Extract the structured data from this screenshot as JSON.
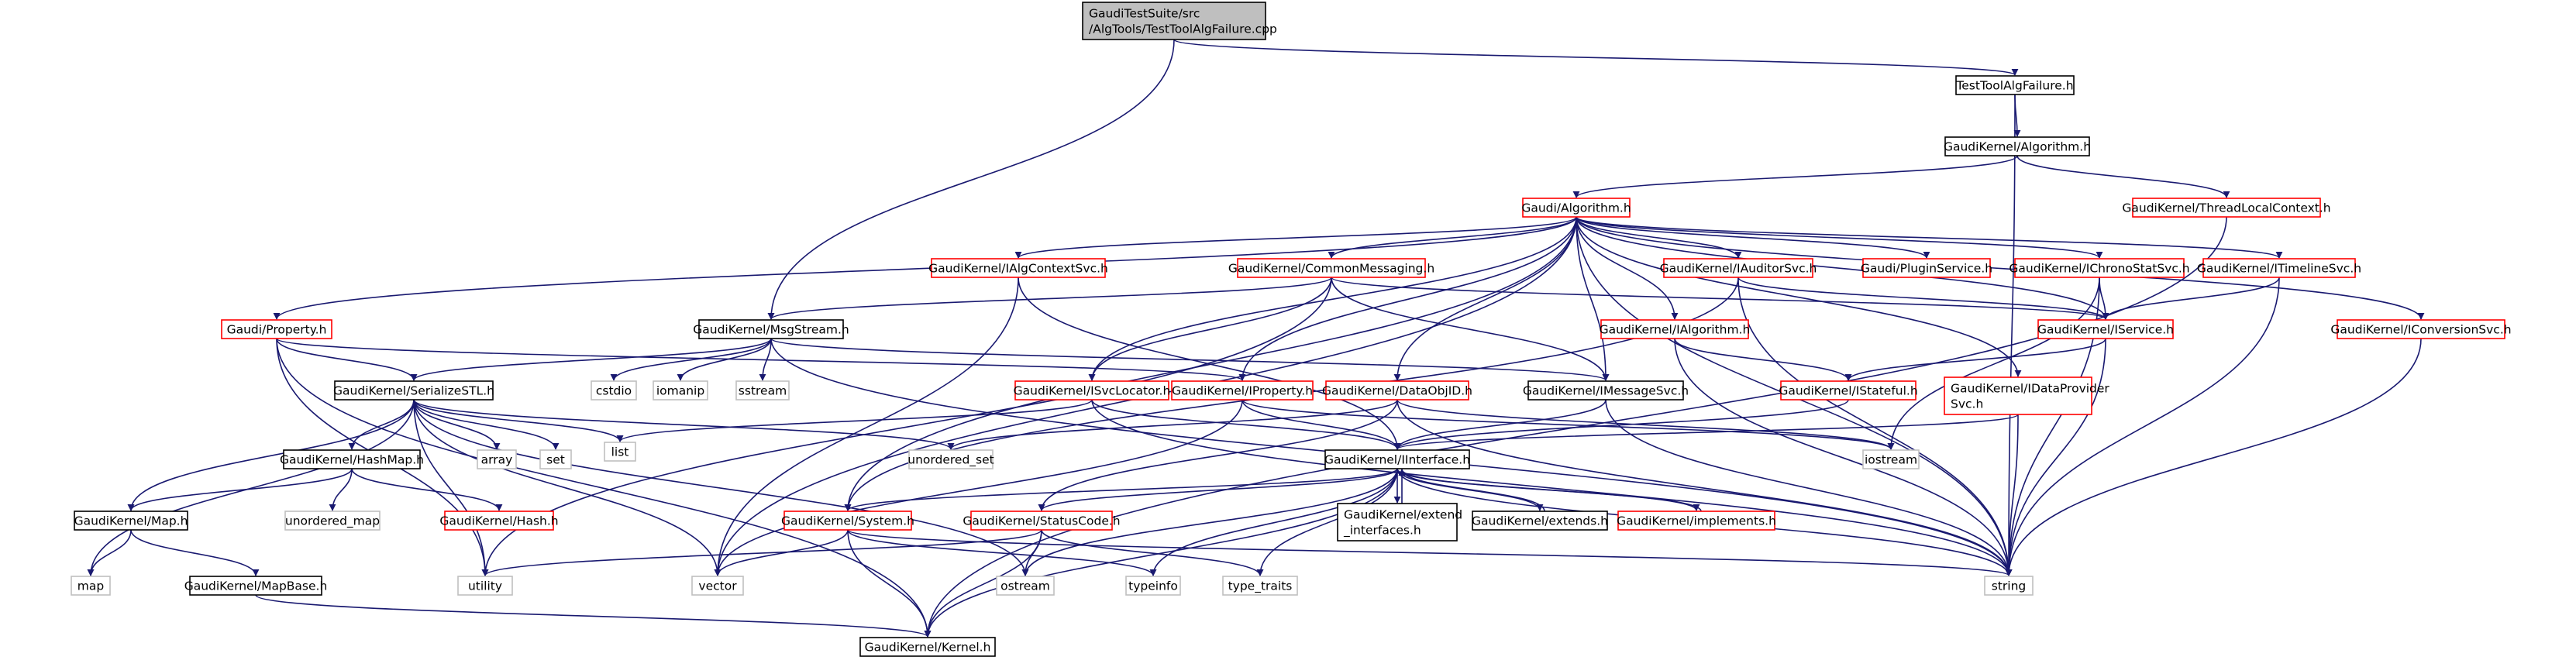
{
  "colors": {
    "root_fill": "#bfbfbf",
    "node_fill": "#ffffff",
    "border_black": "#000000",
    "border_red": "#ff0000",
    "border_gray": "#bfbfbf",
    "text_normal": "#000000",
    "text_red": "#ff0000",
    "edge": "#191970"
  },
  "nodes": [
    {
      "id": "root",
      "lines": [
        "GaudiTestSuite/src",
        "/AlgTools/TestToolAlgFailure.cpp"
      ],
      "style": "root"
    },
    {
      "id": "testtool",
      "lines": [
        "TestToolAlgFailure.h"
      ],
      "style": "black"
    },
    {
      "id": "gk_algorithm",
      "lines": [
        "GaudiKernel/Algorithm.h"
      ],
      "style": "black"
    },
    {
      "id": "gk_threadlocal",
      "lines": [
        "GaudiKernel/ThreadLocalContext.h"
      ],
      "style": "red"
    },
    {
      "id": "gaudi_algorithm",
      "lines": [
        "Gaudi/Algorithm.h"
      ],
      "style": "red"
    },
    {
      "id": "ialgctx",
      "lines": [
        "GaudiKernel/IAlgContextSvc.h"
      ],
      "style": "red"
    },
    {
      "id": "commonmsg",
      "lines": [
        "GaudiKernel/CommonMessaging.h"
      ],
      "style": "red"
    },
    {
      "id": "iauditor",
      "lines": [
        "GaudiKernel/IAuditorSvc.h"
      ],
      "style": "red"
    },
    {
      "id": "pluginsvc",
      "lines": [
        "Gaudi/PluginService.h"
      ],
      "style": "red"
    },
    {
      "id": "ichrono",
      "lines": [
        "GaudiKernel/IChronoStatSvc.h"
      ],
      "style": "red"
    },
    {
      "id": "itimeline",
      "lines": [
        "GaudiKernel/ITimelineSvc.h"
      ],
      "style": "red"
    },
    {
      "id": "iconversion",
      "lines": [
        "GaudiKernel/IConversionSvc.h"
      ],
      "style": "red"
    },
    {
      "id": "gaudi_property",
      "lines": [
        "Gaudi/Property.h"
      ],
      "style": "red"
    },
    {
      "id": "msgstream",
      "lines": [
        "GaudiKernel/MsgStream.h"
      ],
      "style": "black"
    },
    {
      "id": "ialgorithm",
      "lines": [
        "GaudiKernel/IAlgorithm.h"
      ],
      "style": "red"
    },
    {
      "id": "iservice",
      "lines": [
        "GaudiKernel/IService.h"
      ],
      "style": "red"
    },
    {
      "id": "serializestl",
      "lines": [
        "GaudiKernel/SerializeSTL.h"
      ],
      "style": "black"
    },
    {
      "id": "cstdio",
      "lines": [
        "cstdio"
      ],
      "style": "gray"
    },
    {
      "id": "iomanip",
      "lines": [
        "iomanip"
      ],
      "style": "gray"
    },
    {
      "id": "sstream",
      "lines": [
        "sstream"
      ],
      "style": "gray"
    },
    {
      "id": "imessagesvc",
      "lines": [
        "GaudiKernel/IMessageSvc.h"
      ],
      "style": "black"
    },
    {
      "id": "istateful",
      "lines": [
        "GaudiKernel/IStateful.h"
      ],
      "style": "red"
    },
    {
      "id": "idataprovider",
      "lines": [
        "GaudiKernel/IDataProvider",
        "Svc.h"
      ],
      "style": "red"
    },
    {
      "id": "isvclocator",
      "lines": [
        "GaudiKernel/ISvcLocator.h"
      ],
      "style": "red"
    },
    {
      "id": "iproperty",
      "lines": [
        "GaudiKernel/IProperty.h"
      ],
      "style": "red"
    },
    {
      "id": "dataobjid",
      "lines": [
        "GaudiKernel/DataObjID.h"
      ],
      "style": "red"
    },
    {
      "id": "array",
      "lines": [
        "array"
      ],
      "style": "gray"
    },
    {
      "id": "set",
      "lines": [
        "set"
      ],
      "style": "gray"
    },
    {
      "id": "list",
      "lines": [
        "list"
      ],
      "style": "gray"
    },
    {
      "id": "unordered_set",
      "lines": [
        "unordered_set"
      ],
      "style": "gray"
    },
    {
      "id": "hashmap",
      "lines": [
        "GaudiKernel/HashMap.h"
      ],
      "style": "black"
    },
    {
      "id": "iinterface",
      "lines": [
        "GaudiKernel/IInterface.h"
      ],
      "style": "black"
    },
    {
      "id": "iostream",
      "lines": [
        "iostream"
      ],
      "style": "gray"
    },
    {
      "id": "unordered_map",
      "lines": [
        "unordered_map"
      ],
      "style": "gray"
    },
    {
      "id": "hash",
      "lines": [
        "GaudiKernel/Hash.h"
      ],
      "style": "red"
    },
    {
      "id": "map_h",
      "lines": [
        "GaudiKernel/Map.h"
      ],
      "style": "black"
    },
    {
      "id": "system",
      "lines": [
        "GaudiKernel/System.h"
      ],
      "style": "red"
    },
    {
      "id": "statuscode",
      "lines": [
        "GaudiKernel/StatusCode.h"
      ],
      "style": "red"
    },
    {
      "id": "extend_interfaces",
      "lines": [
        "GaudiKernel/extend",
        "_interfaces.h"
      ],
      "style": "black"
    },
    {
      "id": "extends",
      "lines": [
        "GaudiKernel/extends.h"
      ],
      "style": "black"
    },
    {
      "id": "implements",
      "lines": [
        "GaudiKernel/implements.h"
      ],
      "style": "red"
    },
    {
      "id": "map",
      "lines": [
        "map"
      ],
      "style": "gray"
    },
    {
      "id": "mapbase",
      "lines": [
        "GaudiKernel/MapBase.h"
      ],
      "style": "black"
    },
    {
      "id": "utility",
      "lines": [
        "utility"
      ],
      "style": "gray"
    },
    {
      "id": "vector",
      "lines": [
        "vector"
      ],
      "style": "gray"
    },
    {
      "id": "ostream",
      "lines": [
        "ostream"
      ],
      "style": "gray"
    },
    {
      "id": "typeinfo",
      "lines": [
        "typeinfo"
      ],
      "style": "gray"
    },
    {
      "id": "type_traits",
      "lines": [
        "type_traits"
      ],
      "style": "gray"
    },
    {
      "id": "string",
      "lines": [
        "string"
      ],
      "style": "gray"
    },
    {
      "id": "kernel",
      "lines": [
        "GaudiKernel/Kernel.h"
      ],
      "style": "black"
    }
  ],
  "edges": [
    [
      "root",
      "testtool"
    ],
    [
      "root",
      "msgstream"
    ],
    [
      "testtool",
      "gk_algorithm"
    ],
    [
      "testtool",
      "string"
    ],
    [
      "gk_algorithm",
      "gaudi_algorithm"
    ],
    [
      "gk_algorithm",
      "gk_threadlocal"
    ],
    [
      "gk_threadlocal",
      "kernel"
    ],
    [
      "gaudi_algorithm",
      "gaudi_property"
    ],
    [
      "gaudi_algorithm",
      "ialgctx"
    ],
    [
      "gaudi_algorithm",
      "commonmsg"
    ],
    [
      "gaudi_algorithm",
      "iauditor"
    ],
    [
      "gaudi_algorithm",
      "pluginsvc"
    ],
    [
      "gaudi_algorithm",
      "ichrono"
    ],
    [
      "gaudi_algorithm",
      "itimeline"
    ],
    [
      "gaudi_algorithm",
      "iconversion"
    ],
    [
      "gaudi_algorithm",
      "ialgorithm"
    ],
    [
      "gaudi_algorithm",
      "iservice"
    ],
    [
      "gaudi_algorithm",
      "imessagesvc"
    ],
    [
      "gaudi_algorithm",
      "isvclocator"
    ],
    [
      "gaudi_algorithm",
      "iproperty"
    ],
    [
      "gaudi_algorithm",
      "dataobjid"
    ],
    [
      "gaudi_algorithm",
      "idataprovider"
    ],
    [
      "gaudi_algorithm",
      "system"
    ],
    [
      "gaudi_algorithm",
      "vector"
    ],
    [
      "gaudi_algorithm",
      "string"
    ],
    [
      "ialgctx",
      "iinterface"
    ],
    [
      "ialgctx",
      "vector"
    ],
    [
      "commonmsg",
      "msgstream"
    ],
    [
      "commonmsg",
      "imessagesvc"
    ],
    [
      "commonmsg",
      "isvclocator"
    ],
    [
      "commonmsg",
      "iservice"
    ],
    [
      "commonmsg",
      "utility"
    ],
    [
      "iauditor",
      "iservice"
    ],
    [
      "iauditor",
      "system"
    ],
    [
      "iauditor",
      "string"
    ],
    [
      "ichrono",
      "iservice"
    ],
    [
      "ichrono",
      "string"
    ],
    [
      "ichrono",
      "iostream"
    ],
    [
      "itimeline",
      "iservice"
    ],
    [
      "itimeline",
      "string"
    ],
    [
      "iconversion",
      "string"
    ],
    [
      "gaudi_property",
      "iproperty"
    ],
    [
      "gaudi_property",
      "serializestl"
    ],
    [
      "gaudi_property",
      "utility"
    ],
    [
      "gaudi_property",
      "kernel"
    ],
    [
      "msgstream",
      "imessagesvc"
    ],
    [
      "msgstream",
      "serializestl"
    ],
    [
      "msgstream",
      "cstdio"
    ],
    [
      "msgstream",
      "iomanip"
    ],
    [
      "msgstream",
      "sstream"
    ],
    [
      "msgstream",
      "string"
    ],
    [
      "ialgorithm",
      "istateful"
    ],
    [
      "ialgorithm",
      "string"
    ],
    [
      "iservice",
      "istateful"
    ],
    [
      "iservice",
      "string"
    ],
    [
      "serializestl",
      "hashmap"
    ],
    [
      "serializestl",
      "map_h"
    ],
    [
      "serializestl",
      "array"
    ],
    [
      "serializestl",
      "set"
    ],
    [
      "serializestl",
      "list"
    ],
    [
      "serializestl",
      "unordered_set"
    ],
    [
      "serializestl",
      "utility"
    ],
    [
      "serializestl",
      "vector"
    ],
    [
      "serializestl",
      "ostream"
    ],
    [
      "serializestl",
      "map"
    ],
    [
      "imessagesvc",
      "iinterface"
    ],
    [
      "imessagesvc",
      "string"
    ],
    [
      "istateful",
      "iinterface"
    ],
    [
      "idataprovider",
      "iinterface"
    ],
    [
      "idataprovider",
      "string"
    ],
    [
      "isvclocator",
      "iinterface"
    ],
    [
      "isvclocator",
      "list"
    ],
    [
      "isvclocator",
      "string"
    ],
    [
      "iproperty",
      "iinterface"
    ],
    [
      "iproperty",
      "iostream"
    ],
    [
      "iproperty",
      "vector"
    ],
    [
      "dataobjid",
      "statuscode"
    ],
    [
      "dataobjid",
      "unordered_set"
    ],
    [
      "dataobjid",
      "iostream"
    ],
    [
      "dataobjid",
      "string"
    ],
    [
      "hashmap",
      "hash"
    ],
    [
      "hashmap",
      "map_h"
    ],
    [
      "hashmap",
      "unordered_map"
    ],
    [
      "iinterface",
      "system"
    ],
    [
      "iinterface",
      "statuscode"
    ],
    [
      "iinterface",
      "extend_interfaces"
    ],
    [
      "iinterface",
      "extends"
    ],
    [
      "iinterface",
      "implements"
    ],
    [
      "iinterface",
      "ostream"
    ],
    [
      "iinterface",
      "typeinfo"
    ],
    [
      "iinterface",
      "type_traits"
    ],
    [
      "iinterface",
      "string"
    ],
    [
      "iinterface",
      "kernel"
    ],
    [
      "map_h",
      "mapbase"
    ],
    [
      "map_h",
      "map"
    ],
    [
      "mapbase",
      "kernel"
    ],
    [
      "system",
      "kernel"
    ],
    [
      "system",
      "vector"
    ],
    [
      "system",
      "typeinfo"
    ],
    [
      "system",
      "string"
    ],
    [
      "statuscode",
      "kernel"
    ],
    [
      "statuscode",
      "ostream"
    ],
    [
      "statuscode",
      "type_traits"
    ],
    [
      "statuscode",
      "utility"
    ],
    [
      "extend_interfaces",
      "iinterface"
    ],
    [
      "extends",
      "iinterface"
    ],
    [
      "implements",
      "iinterface"
    ]
  ]
}
